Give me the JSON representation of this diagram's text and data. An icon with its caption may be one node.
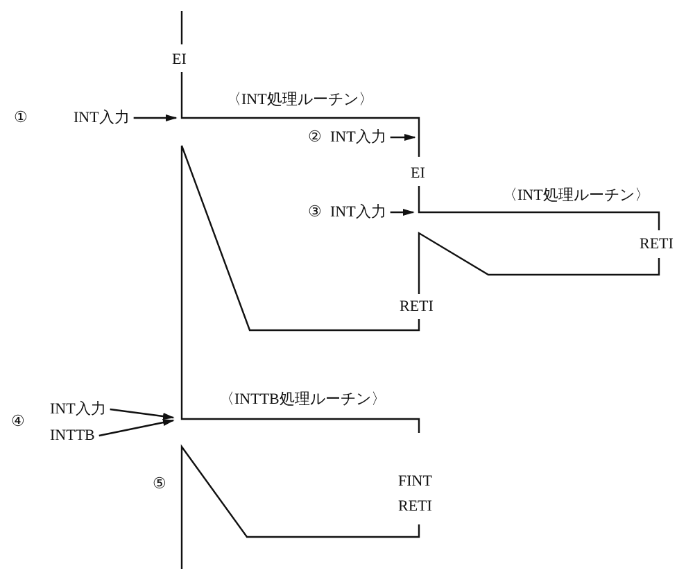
{
  "diagram": {
    "nodes": [
      {
        "text": [
          "INT入力"
        ]
      },
      {
        "text": [
          "INT入力"
        ]
      },
      {
        "text": [
          "INT入力"
        ]
      },
      {
        "text": [
          "INT入力"
        ]
      },
      {
        "text": [
          "INTTB"
        ]
      }
    ],
    "edges": [
      {
        "from": 0,
        "to": null,
        "arrow": "to"
      },
      {
        "from": 1,
        "to": null,
        "arrow": "to"
      },
      {
        "from": 2,
        "to": null,
        "arrow": "to"
      },
      {
        "from": 3,
        "to": null,
        "arrow": "to"
      },
      {
        "from": 4,
        "to": null,
        "arrow": "to"
      }
    ],
    "labels": [
      "EI",
      "①",
      "〈INT処理ルーチン〉",
      "②",
      "EI",
      "③",
      "〈INT処理ルーチン〉",
      "RETI",
      "RETI",
      "④",
      "〈INTTB処理ルーチン〉",
      "⑤",
      "FINT",
      "RETI"
    ]
  }
}
